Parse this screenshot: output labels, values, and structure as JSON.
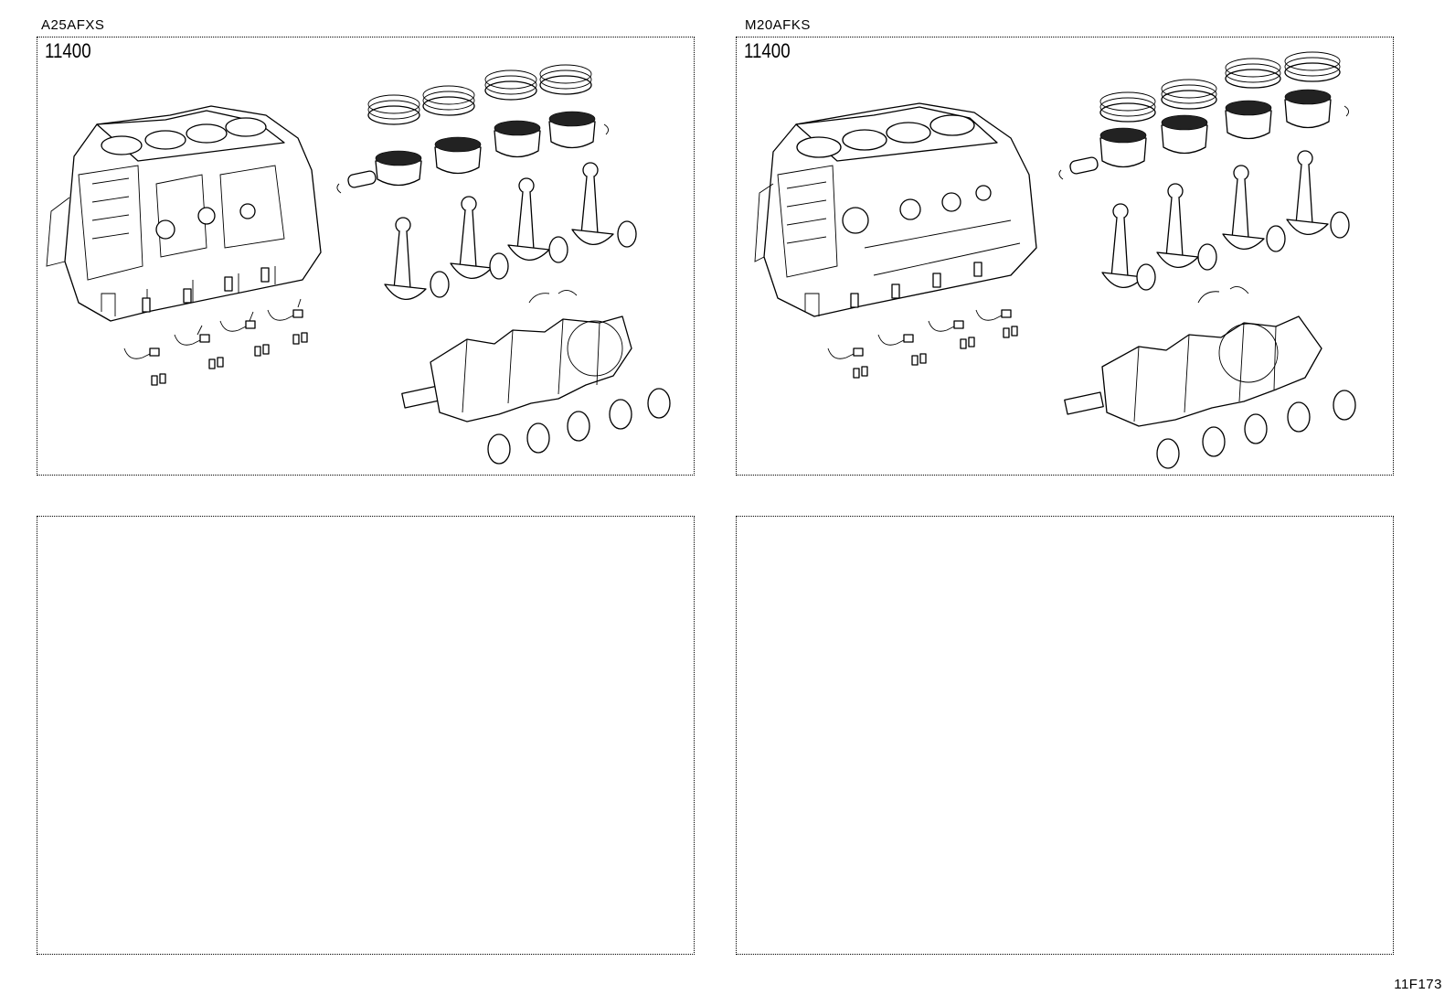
{
  "panels": [
    {
      "model": "A25AFXS",
      "part_number": "11400",
      "illustration": "short-block-assembly-icon"
    },
    {
      "model": "M20AFKS",
      "part_number": "11400",
      "illustration": "short-block-assembly-icon"
    },
    {
      "model": "",
      "part_number": ""
    },
    {
      "model": "",
      "part_number": ""
    }
  ],
  "figure_code": "11F173"
}
